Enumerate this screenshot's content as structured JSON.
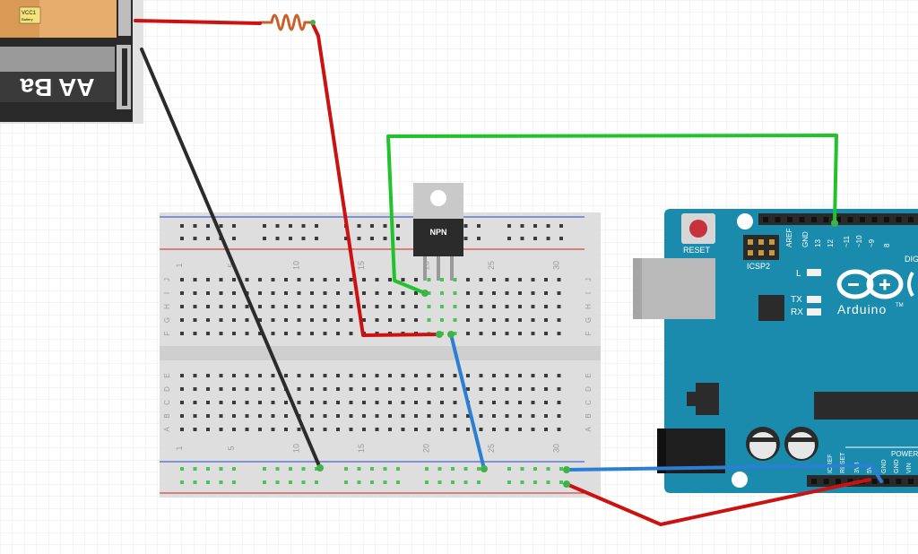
{
  "battery": {
    "label": "AA Ba",
    "tag_line1": "VCC1",
    "tag_line2": "Battery"
  },
  "transistor": {
    "label": "NPN"
  },
  "breadboard": {
    "col_numbers": [
      "1",
      "5",
      "10",
      "15",
      "20",
      "25",
      "30"
    ],
    "row_letters_top": [
      "J",
      "I",
      "H",
      "G",
      "F"
    ],
    "row_letters_bottom": [
      "E",
      "D",
      "C",
      "B",
      "A"
    ]
  },
  "arduino": {
    "reset_label": "RESET",
    "icsp_label": "ICSP2",
    "logo_text": "Arduino",
    "trademark": "TM",
    "l_label": "L",
    "tx_label": "TX",
    "rx_label": "RX",
    "power_label": "POWER",
    "header_top_labels": [
      "AREF",
      "GND",
      "13",
      "12",
      "~11",
      "~10",
      "~9",
      "8"
    ],
    "digital_partial": "DIG",
    "header_bottom_labels": [
      "IOREF",
      "RESET",
      "3V3",
      "5V",
      "GND",
      "GND",
      "VIN"
    ]
  },
  "wires": {
    "colors": {
      "red": "#cc1111",
      "black": "#2b2b2b",
      "green": "#22c22c",
      "blue": "#2a7fd4"
    }
  }
}
